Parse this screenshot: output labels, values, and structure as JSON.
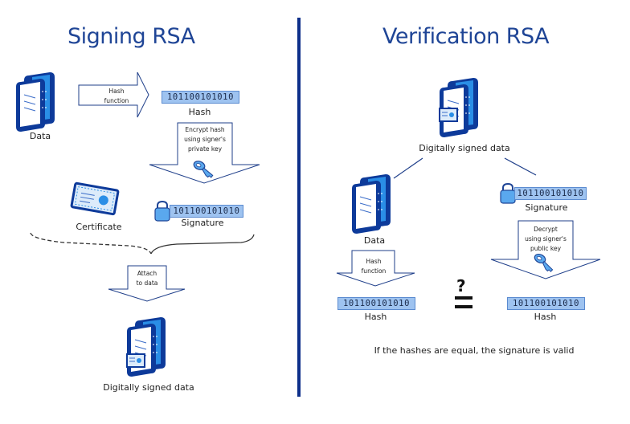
{
  "signing": {
    "title": "Signing RSA",
    "data_label": "Data",
    "hash_function_arrow": [
      "Hash",
      "function"
    ],
    "hash_value": "101100101010",
    "hash_label": "Hash",
    "encrypt_arrow": [
      "Encrypt hash",
      "using signer's",
      "private key"
    ],
    "certificate_label": "Certificate",
    "signature_value": "101100101010",
    "signature_label": "Signature",
    "attach_arrow": [
      "Attach",
      "to data"
    ],
    "result_label": "Digitally signed data"
  },
  "verification": {
    "title": "Verification RSA",
    "signed_data_label": "Digitally signed data",
    "data_label": "Data",
    "signature_value": "101100101010",
    "signature_label": "Signature",
    "hash_function_arrow": [
      "Hash",
      "function"
    ],
    "decrypt_arrow": [
      "Decrypt",
      "using signer's",
      "public key"
    ],
    "left_hash_value": "101100101010",
    "left_hash_label": "Hash",
    "right_hash_value": "101100101010",
    "right_hash_label": "Hash",
    "compare_symbol": "?",
    "conclusion": "If the hashes are equal, the signature is valid"
  },
  "colors": {
    "title": "#1f4596",
    "divider": "#0d2f8a",
    "icon_dark": "#0d3a9a",
    "icon_light": "#2a8ee6",
    "bits_fill": "#9ec3f0",
    "arrow_stroke": "#1f3f8a"
  }
}
